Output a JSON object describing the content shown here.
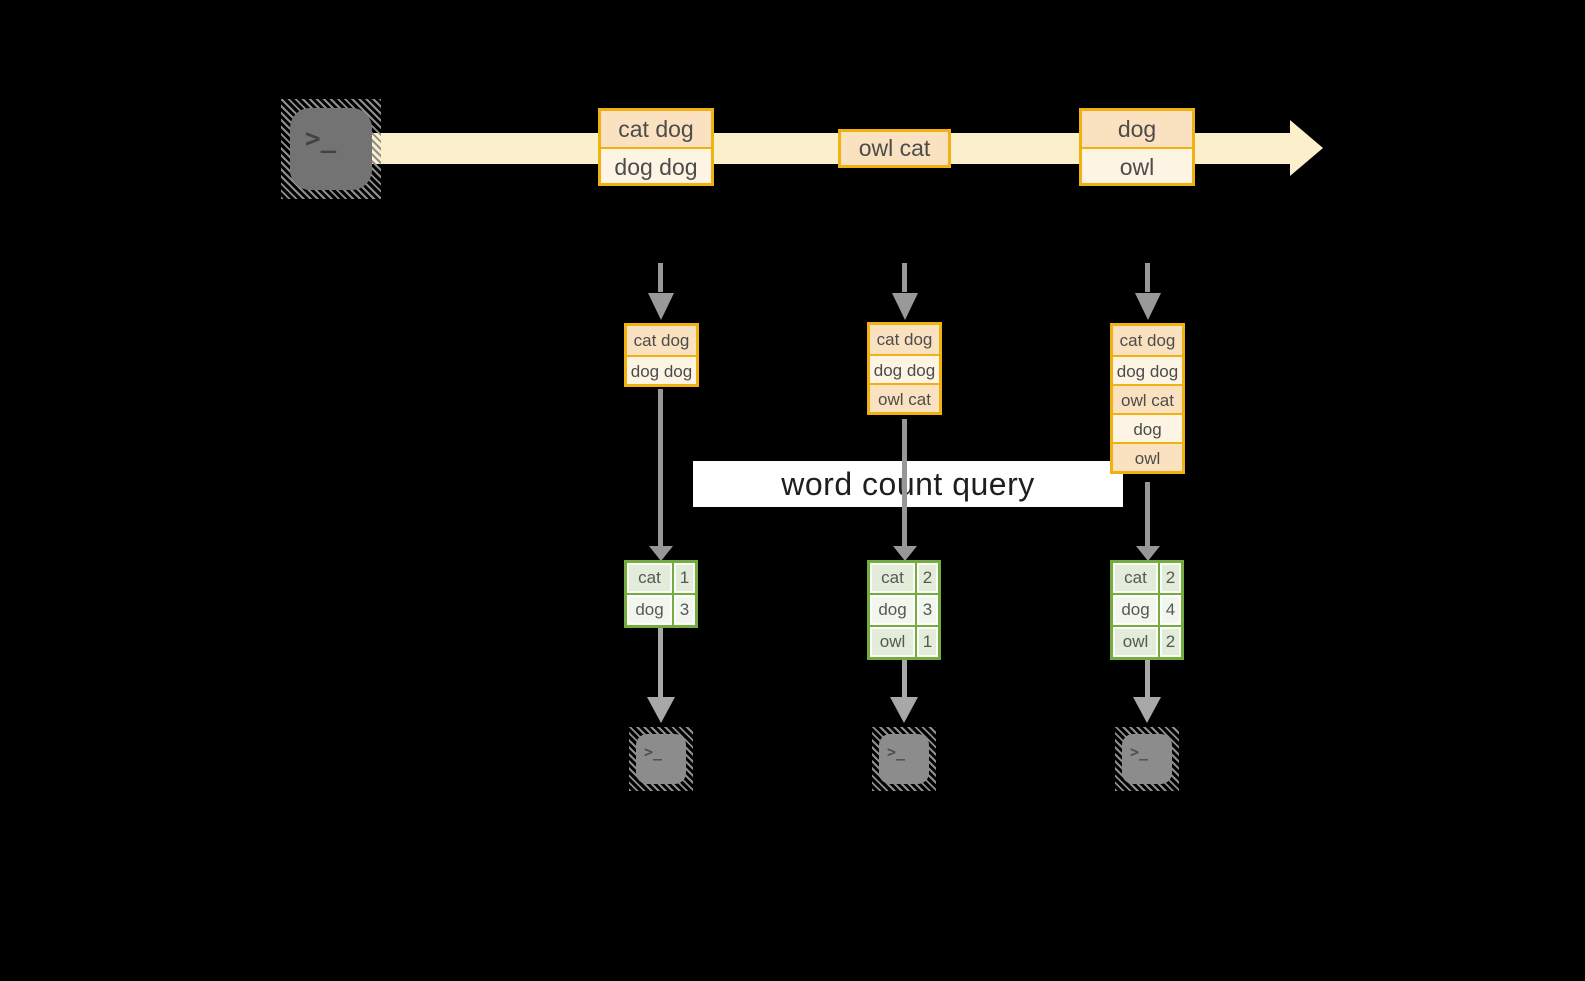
{
  "query": {
    "label": "word count query"
  },
  "icons": {
    "terminal_glyph": ">_"
  },
  "stream": {
    "batches": [
      [
        "cat dog",
        "dog dog"
      ],
      [
        "owl cat"
      ],
      [
        "dog",
        "owl"
      ]
    ]
  },
  "columns": [
    {
      "state": [
        "cat dog",
        "dog dog"
      ],
      "counts": [
        [
          "cat",
          "1"
        ],
        [
          "dog",
          "3"
        ]
      ]
    },
    {
      "state": [
        "cat dog",
        "dog dog",
        "owl cat"
      ],
      "counts": [
        [
          "cat",
          "2"
        ],
        [
          "dog",
          "3"
        ],
        [
          "owl",
          "1"
        ]
      ]
    },
    {
      "state": [
        "cat dog",
        "dog dog",
        "owl cat",
        "dog",
        "owl"
      ],
      "counts": [
        [
          "cat",
          "2"
        ],
        [
          "dog",
          "4"
        ],
        [
          "owl",
          "2"
        ]
      ]
    }
  ],
  "colors": {
    "background": "#000000",
    "amber_border": "#F0B213",
    "peach_fill": "#FAE2C1",
    "cream_fill": "#FDF4E3",
    "stream_arrow_fill": "#FCF0CC",
    "green_border": "#74AC3F",
    "green_cell_dark": "#E2ECD8",
    "green_cell_light": "#F2F7EE",
    "connector_gray": "#999999",
    "terminal_gray": "#8C8C8C",
    "query_band_bg": "#FFFFFF"
  }
}
